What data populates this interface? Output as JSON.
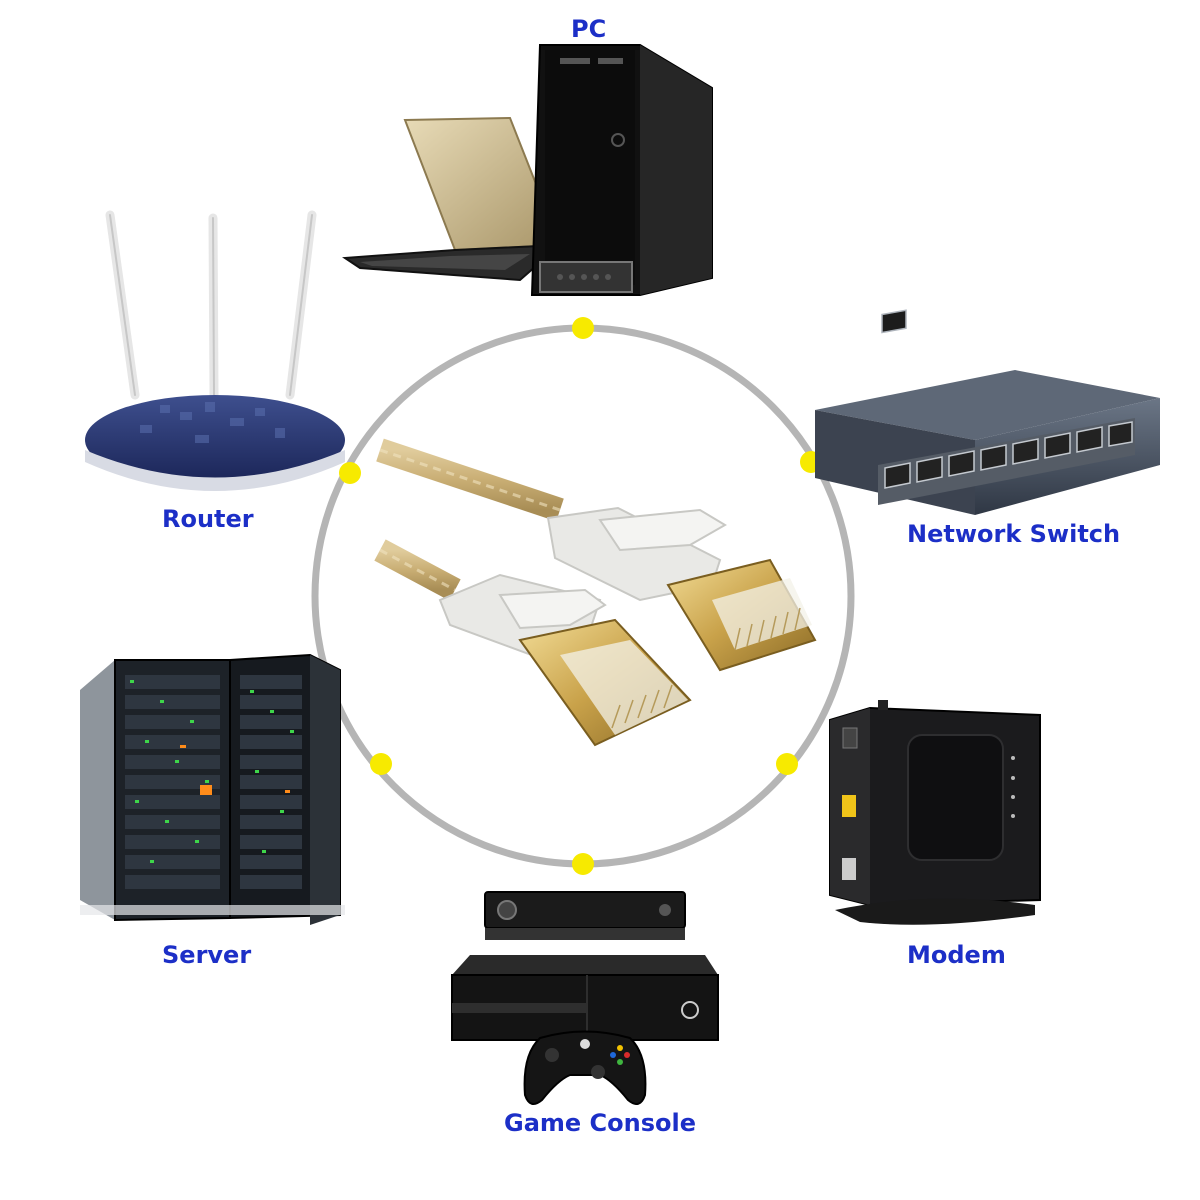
{
  "labels": {
    "pc": "PC",
    "router": "Router",
    "network_switch": "Network Switch",
    "server": "Server",
    "modem": "Modem",
    "game_console": "Game Console"
  },
  "colors": {
    "label": "#1c2fc7",
    "ring": "#b5b5b5",
    "connector_dot": "#f7ea00",
    "cable_gold": "#cdb37e",
    "connector_white": "#e9e9e6",
    "plug_gold": "#d6b35e"
  },
  "icons": {
    "center": "ethernet-cable-icon",
    "pc": "desktop-and-laptop-icon",
    "router": "wifi-router-icon",
    "network_switch": "network-switch-icon",
    "server": "server-rack-icon",
    "modem": "modem-icon",
    "game_console": "game-console-icon"
  }
}
